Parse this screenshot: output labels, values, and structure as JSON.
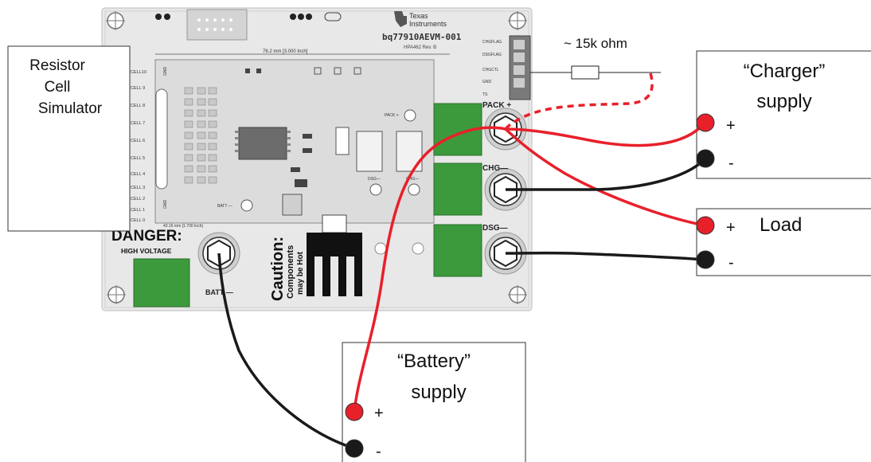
{
  "board": {
    "brand_line1": "Texas",
    "brand_line2": "Instruments",
    "part_number": "bq77910AEVM-001",
    "revision": "HPA462 Rev. B",
    "dim_top": "76.2 mm [3.000 Inch]",
    "dim_left": "43.16 mm [1.700 Inch]",
    "cell_labels": [
      "CELL10",
      "CELL 9",
      "CELL 8",
      "CELL 7",
      "CELL 6",
      "CELL 5",
      "CELL 4",
      "CELL 3",
      "CELL 2",
      "CELL 1",
      "CELL 0"
    ],
    "gnd_top": "GND",
    "gnd_bottom": "GND",
    "connector_labels": [
      "CHGFLAG",
      "DSGFLAG",
      "CHGCTL",
      "GND",
      "TS"
    ],
    "danger": "DANGER:",
    "high_voltage": "HIGH VOLTAGE",
    "caution": "Caution:",
    "caution_line2": "Components",
    "caution_line3": "may be Hot",
    "pack_plus": "PACK +",
    "chg_minus": "CHG—",
    "dsg_minus": "DSG—",
    "batt_minus": "BATT —",
    "pack_plus_small": "PACK +",
    "batt_minus_small": "BATT —",
    "chg_small": "CHG—",
    "dsg_small": "DSG—"
  },
  "cell_simulator": {
    "line1": "Resistor",
    "line2": "Cell",
    "line3": "Simulator"
  },
  "resistor_label": "~ 15k ohm",
  "charger_supply": {
    "line1": "“Charger”",
    "line2": "supply",
    "plus": "+",
    "minus": "-"
  },
  "load": {
    "title": "Load",
    "plus": "+",
    "minus": "-"
  },
  "battery_supply": {
    "line1": "“Battery”",
    "line2": "supply",
    "plus": "+",
    "minus": "-"
  },
  "colors": {
    "red_wire": "#e8202a",
    "black_wire": "#1a1a1a",
    "terminal_green": "#3c9a3c",
    "board_bg": "#e6e6e6"
  }
}
